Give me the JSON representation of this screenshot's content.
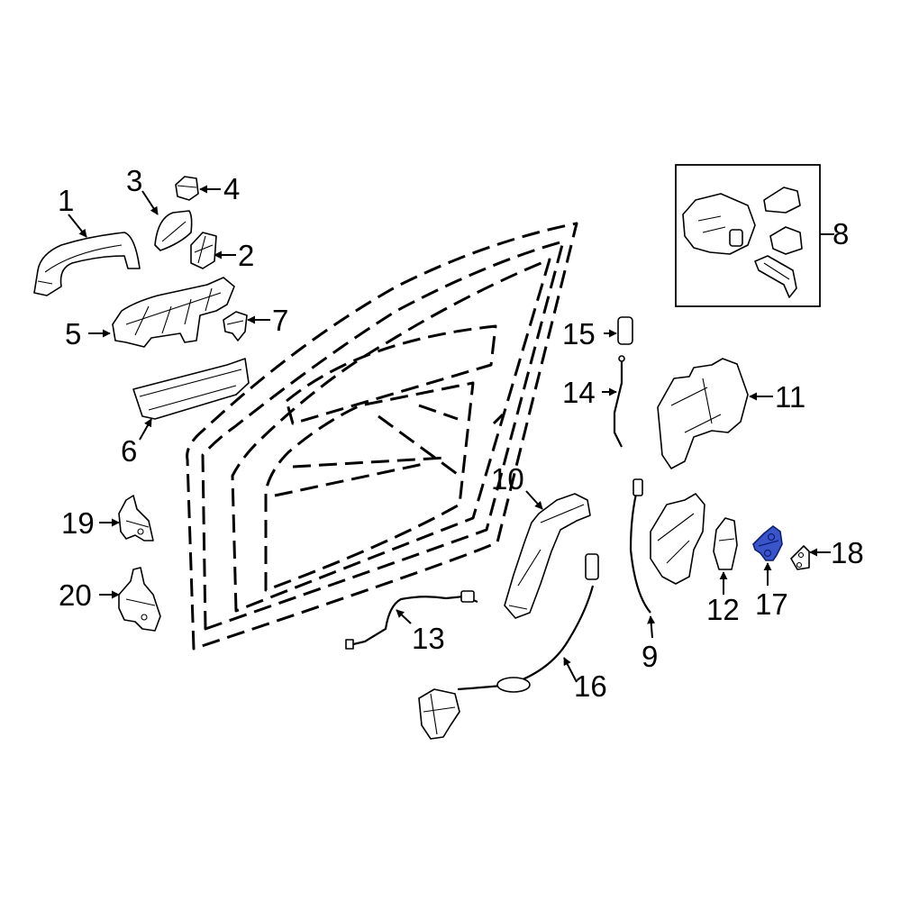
{
  "labels": {
    "p1": "1",
    "p2": "2",
    "p3": "3",
    "p4": "4",
    "p5": "5",
    "p6": "6",
    "p7": "7",
    "p8": "8",
    "p9": "9",
    "p10": "10",
    "p11": "11",
    "p12": "12",
    "p13": "13",
    "p14": "14",
    "p15": "15",
    "p16": "16",
    "p17": "17",
    "p18": "18",
    "p19": "19",
    "p20": "20"
  },
  "highlight": {
    "part": "17",
    "color": "#3a55c9"
  }
}
